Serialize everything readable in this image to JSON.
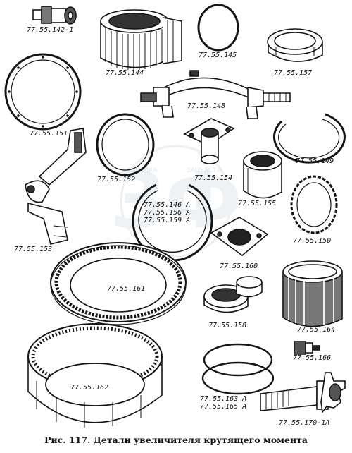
{
  "caption": "Рис. 117. Детали увеличителя крутящего момента",
  "watermark": {
    "left": "ТЕХНИКА",
    "right": "ЗАПЧАСТИ",
    "center": "ЗФ"
  },
  "parts": [
    {
      "id": "p142",
      "label": "77.55.142-1"
    },
    {
      "id": "p144",
      "label": "77.55.144"
    },
    {
      "id": "p145",
      "label": "77.55.145"
    },
    {
      "id": "p157",
      "label": "77.55.157"
    },
    {
      "id": "p148",
      "label": "77.55.148"
    },
    {
      "id": "p151",
      "label": "77.55.151"
    },
    {
      "id": "p149",
      "label": "77.55.149"
    },
    {
      "id": "p152",
      "label": "77.55.152"
    },
    {
      "id": "p154",
      "label": "77.55.154"
    },
    {
      "id": "p146",
      "label": "77.55.146 А"
    },
    {
      "id": "p156",
      "label": "77.55.156 А"
    },
    {
      "id": "p159",
      "label": "77.55.159 А"
    },
    {
      "id": "p155",
      "label": "77.55.155"
    },
    {
      "id": "p150",
      "label": "77.55.150"
    },
    {
      "id": "p153",
      "label": "77.55.153"
    },
    {
      "id": "p160",
      "label": "77.55.160"
    },
    {
      "id": "p161",
      "label": "77.55.161"
    },
    {
      "id": "p158",
      "label": "77.55.158"
    },
    {
      "id": "p164",
      "label": "77.55.164"
    },
    {
      "id": "p166",
      "label": "77.55.166"
    },
    {
      "id": "p162",
      "label": "77.55.162"
    },
    {
      "id": "p163",
      "label": "77.55.163 А"
    },
    {
      "id": "p165",
      "label": "77.55.165 А"
    },
    {
      "id": "p170",
      "label": "77.55.170-1А"
    }
  ]
}
